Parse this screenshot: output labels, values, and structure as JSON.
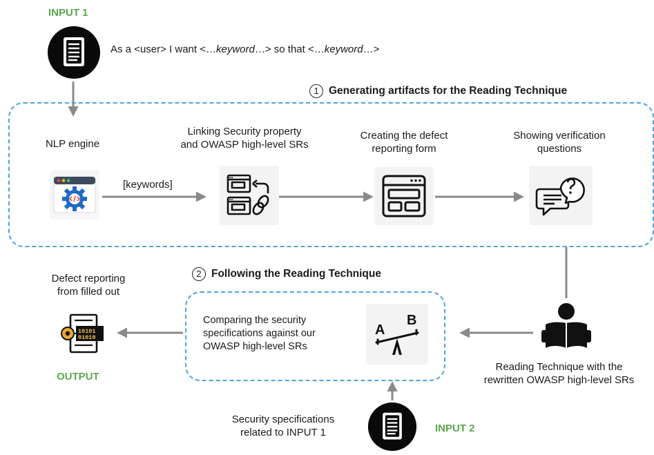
{
  "input1": {
    "label": "INPUT 1",
    "statement": {
      "p1": "As a <user> I want <…",
      "k1": "keyword",
      "p2": "…> so that <…",
      "k2": "keyword",
      "p3": "…>"
    }
  },
  "section1": {
    "number": "1",
    "title": "Generating artifacts for the Reading Technique"
  },
  "steps": [
    {
      "label": "NLP engine"
    },
    {
      "label_line1": "Linking Security property",
      "label_line2": "and OWASP high-level SRs"
    },
    {
      "label_line1": "Creating the defect",
      "label_line2": "reporting form"
    },
    {
      "label_line1": "Showing verification",
      "label_line2": "questions"
    }
  ],
  "edge_label": "[keywords]",
  "section2": {
    "number": "2",
    "title": "Following the Reading Technique"
  },
  "compare": {
    "line1": "Comparing the security",
    "line2": "specifications against our",
    "line3": "OWASP high-level SRs"
  },
  "defect": {
    "line1": "Defect reporting",
    "line2": "from filled out"
  },
  "output": {
    "label": "OUTPUT"
  },
  "reading": {
    "line1": "Reading Technique with the",
    "line2": "rewritten OWASP high-level SRs"
  },
  "input2": {
    "label": "INPUT 2",
    "line1": "Security specifications",
    "line2": "related to INPUT 1"
  },
  "colors": {
    "dashed_border": "#4aa3df",
    "green_label": "#5aa84a",
    "arrow": "#8a8a8a"
  },
  "icons": [
    "document-icon",
    "code-gear-window-icon",
    "linked-windows-icon",
    "form-window-icon",
    "question-chat-icon",
    "document-icon",
    "reader-book-icon",
    "balance-scale-icon",
    "binary-report-icon"
  ]
}
